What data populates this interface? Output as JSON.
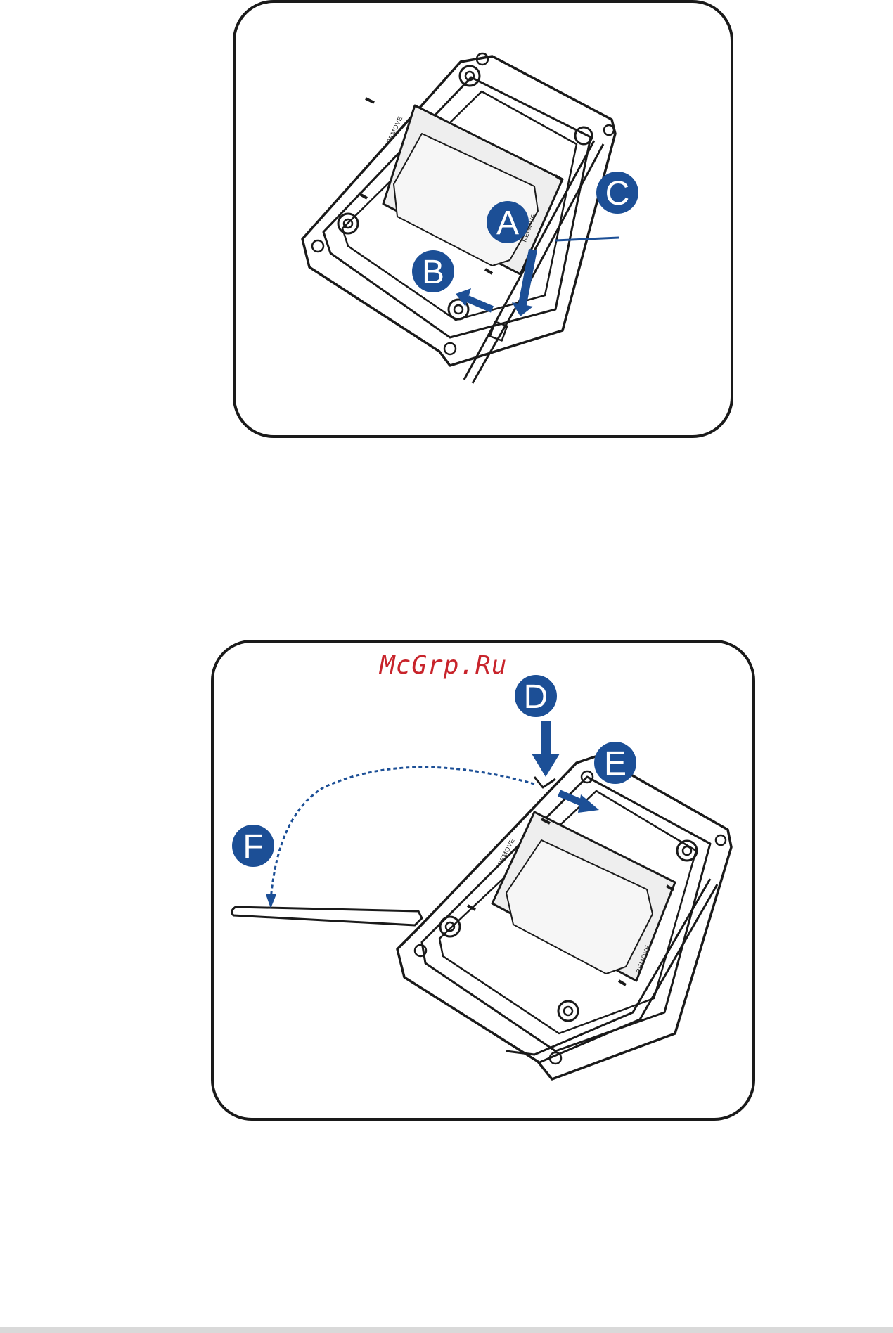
{
  "watermark": "McGrp.Ru",
  "panel1": {
    "labels": {
      "a": "A",
      "b": "B",
      "c": "C"
    },
    "socket_text": [
      "REMOVE",
      "REMOVE"
    ]
  },
  "panel2": {
    "labels": {
      "d": "D",
      "e": "E",
      "f": "F"
    },
    "socket_text": [
      "REMOVE",
      "REMOVE"
    ]
  },
  "colors": {
    "accent_blue": "#1c4f96",
    "outline": "#1a1a1a",
    "cover_fill": "#eeeeee"
  }
}
